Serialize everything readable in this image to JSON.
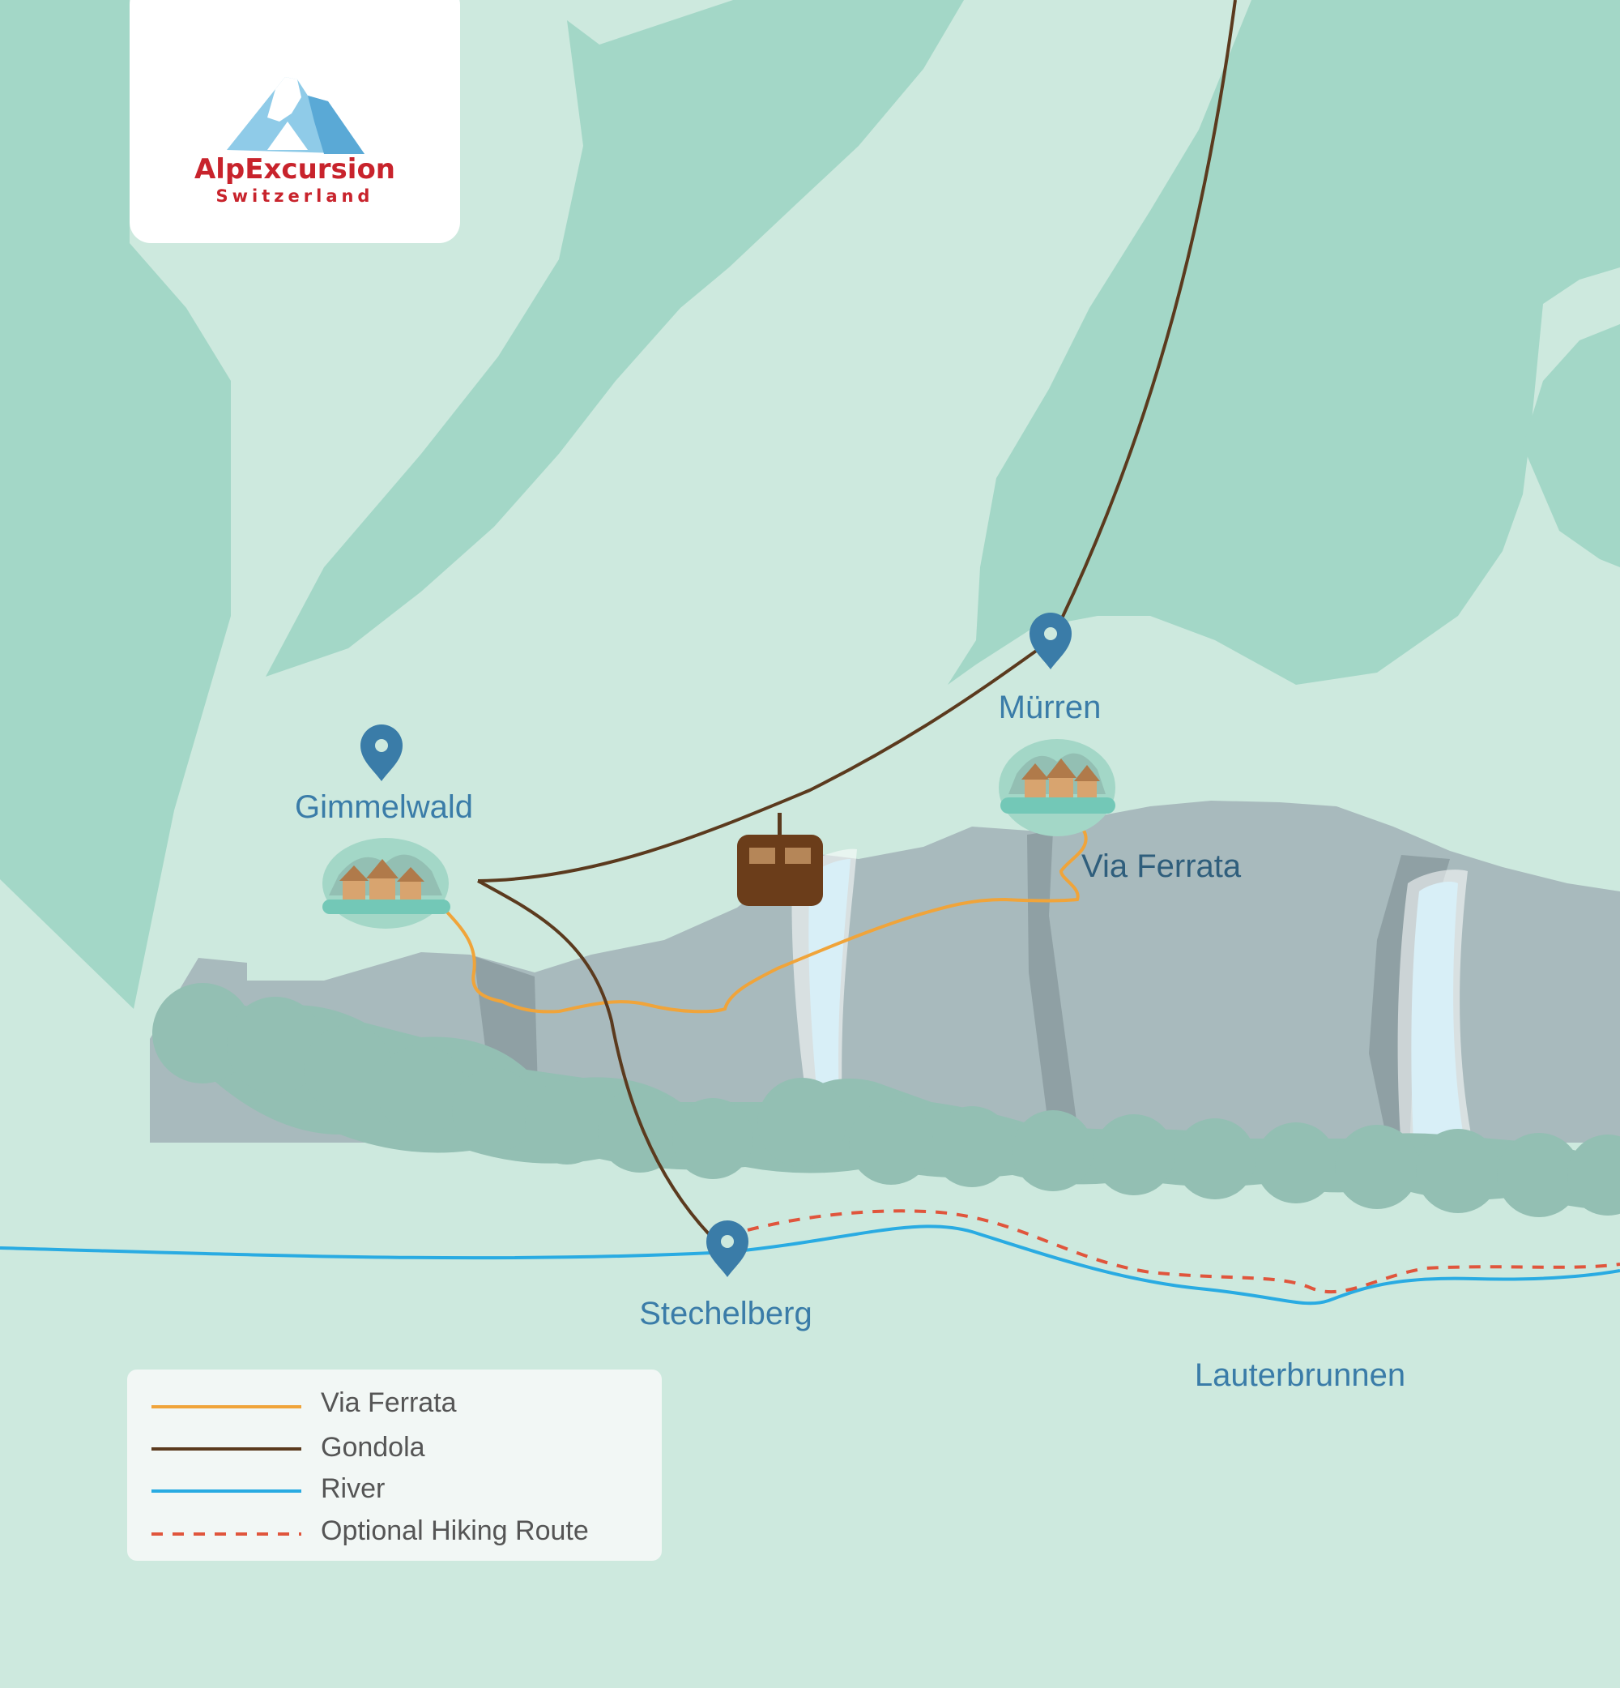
{
  "logo": {
    "brand": "AlpExcursion",
    "country": "Switzerland"
  },
  "places": {
    "murren": "Mürren",
    "gimmelwald": "Gimmelwald",
    "stechelberg": "Stechelberg",
    "lauterbrunnen": "Lauterbrunnen",
    "via_ferrata": "Via Ferrata"
  },
  "legend": {
    "items": [
      {
        "label": "Via Ferrata",
        "color": "#f0a43a",
        "style": "solid"
      },
      {
        "label": "Gondola",
        "color": "#5b3a1e",
        "style": "solid"
      },
      {
        "label": "River",
        "color": "#29abe2",
        "style": "solid"
      },
      {
        "label": "Optional Hiking Route",
        "color": "#e0553c",
        "style": "dashed"
      }
    ]
  },
  "colors": {
    "background": "#cde9de",
    "mountain": "#a3d7c7",
    "cliff": "#a8babd",
    "bushes": "#93bfb3",
    "pin": "#3a7ca8",
    "gondola_cabin": "#6b3d1a"
  },
  "icons": [
    "map-pin-icon",
    "gondola-cabin-icon",
    "village-icon",
    "waterfall-icon",
    "mountain-logo-icon"
  ]
}
